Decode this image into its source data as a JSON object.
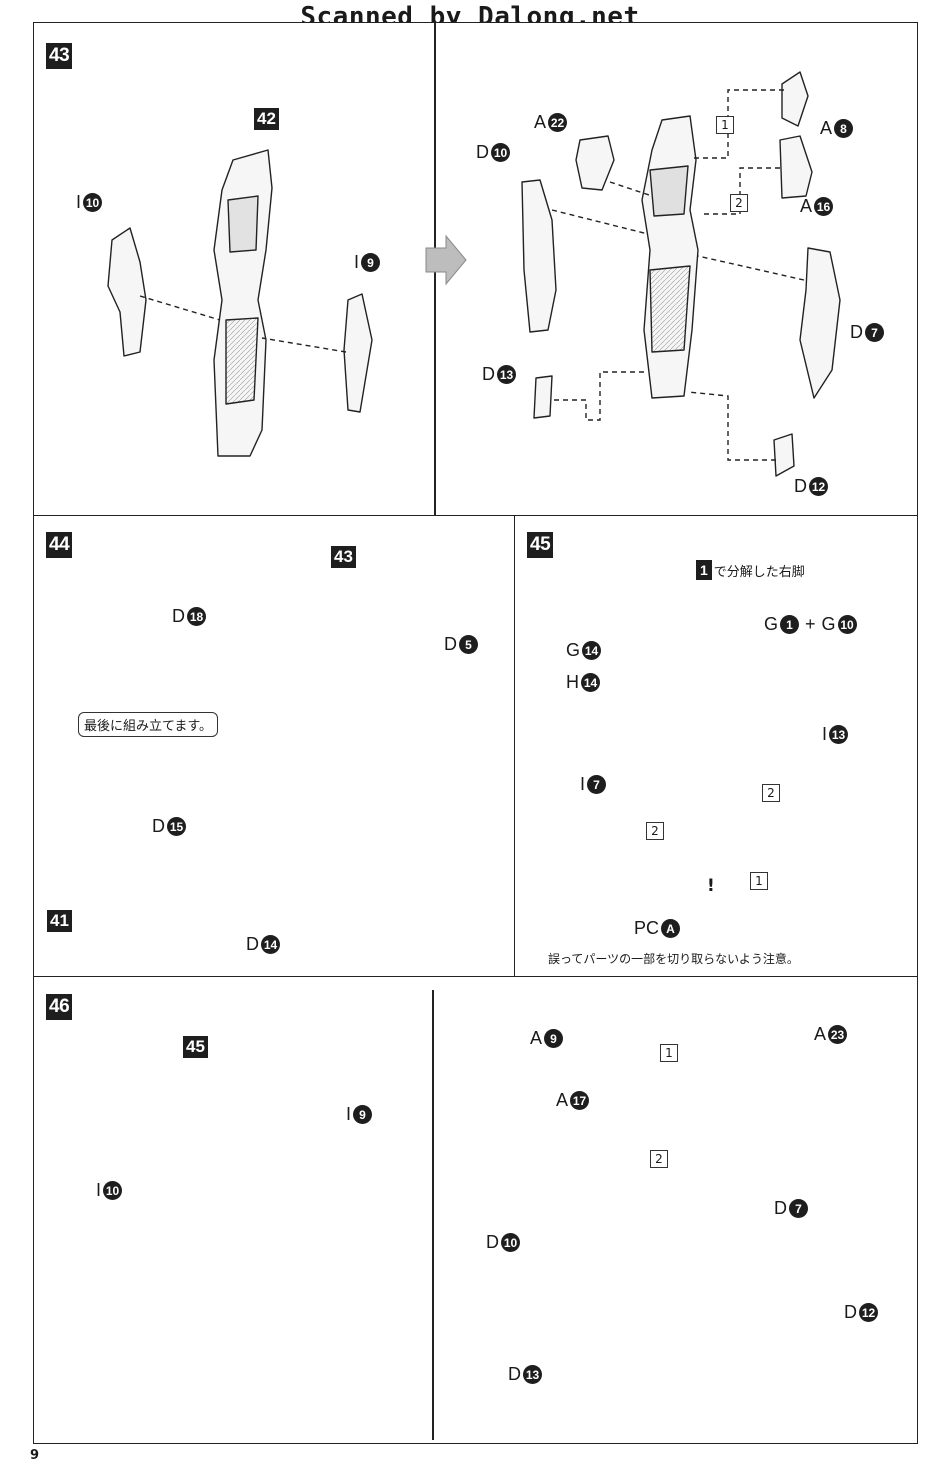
{
  "header": {
    "scan_credit": "Scanned by Dalong.net"
  },
  "page_number": "9",
  "steps": {
    "s43": {
      "number": "43",
      "ref_step": "42",
      "labels": {
        "i10": "I",
        "i9": "I",
        "a22": "A",
        "d10": "D",
        "a8": "A",
        "a16": "A",
        "d7": "D",
        "d13": "D",
        "d12": "D"
      },
      "circles": {
        "i10": "10",
        "i9": "9",
        "a22": "22",
        "d10": "10",
        "a8": "8",
        "a16": "16",
        "d7": "7",
        "d13": "13",
        "d12": "12"
      },
      "order": {
        "one": "1",
        "two": "2"
      }
    },
    "s44": {
      "number": "44",
      "ref_step": "43",
      "ref_step_b": "41",
      "labels": {
        "d18": "D",
        "d5": "D",
        "d15": "D",
        "d14": "D"
      },
      "circles": {
        "d18": "18",
        "d5": "5",
        "d15": "15",
        "d14": "14"
      },
      "callout": "最後に組み立てます。"
    },
    "s45": {
      "number": "45",
      "ref_step": "1",
      "ref_caption": "で分解した右脚",
      "labels": {
        "g14": "G",
        "h14": "H",
        "g1": "G",
        "g10": "G",
        "plus": "+",
        "i13": "I",
        "i7": "I",
        "pc": "PC"
      },
      "circles": {
        "g14": "14",
        "h14": "14",
        "g1": "1",
        "g10": "10",
        "i13": "13",
        "i7": "7",
        "pca": "A"
      },
      "order": {
        "one": "1",
        "two_a": "2",
        "two_b": "2"
      },
      "warning": "!",
      "caution": "誤ってパーツの一部を切り取らないよう注意。"
    },
    "s46": {
      "number": "46",
      "ref_step": "45",
      "labels": {
        "i10": "I",
        "i9": "I",
        "a9": "A",
        "a17": "A",
        "a23": "A",
        "d7": "D",
        "d10": "D",
        "d12": "D",
        "d13": "D"
      },
      "circles": {
        "i10": "10",
        "i9": "9",
        "a9": "9",
        "a17": "17",
        "a23": "23",
        "d7": "7",
        "d10": "10",
        "d12": "12",
        "d13": "13"
      },
      "order": {
        "one": "1",
        "two": "2"
      }
    }
  }
}
